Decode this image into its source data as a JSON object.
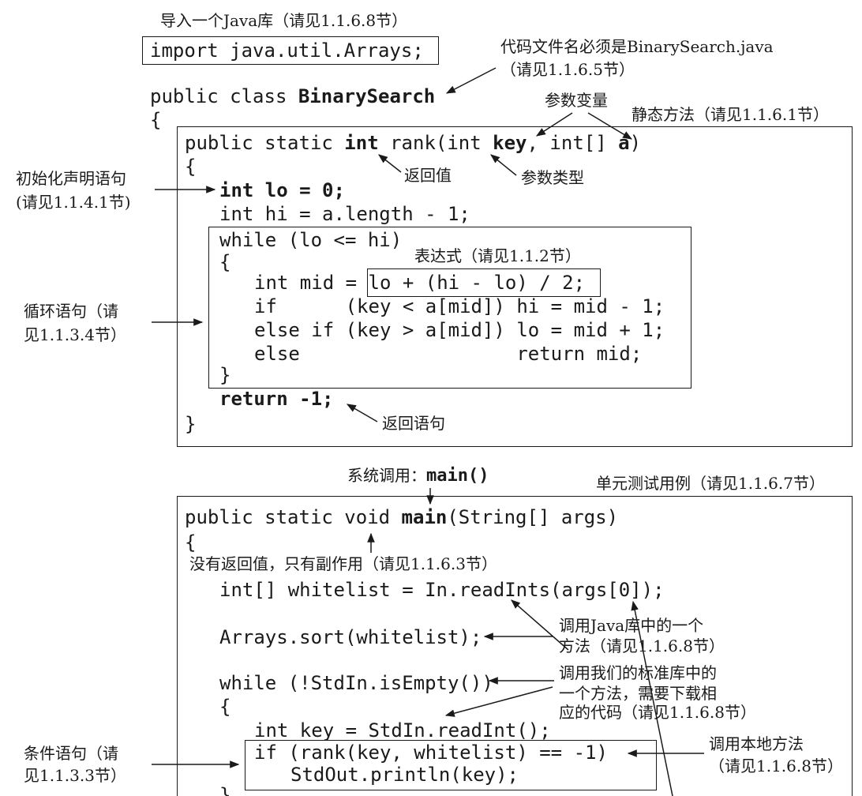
{
  "annotations": {
    "import_lib": "导入一个Java库（请见1.1.6.8节）",
    "filename_line1": "代码文件名必须是BinarySearch.java",
    "filename_line2": "（请见1.1.6.5节）",
    "param_vars": "参数变量",
    "static_method": "静态方法（请见1.1.6.1节）",
    "return_value": "返回值",
    "param_type": "参数类型",
    "init_decl_line1": "初始化声明语句",
    "init_decl_line2": "(请见1.1.4.1节)",
    "expression": "表达式（请见1.1.2节）",
    "loop_line1": "循环语句（请",
    "loop_line2": "见1.1.3.4节）",
    "return_stmt": "返回语句",
    "system_call": "系统调用：",
    "system_call_code": "main()",
    "unit_test": "单元测试用例（请见1.1.6.7节）",
    "no_return": "没有返回值，只有副作用（请见1.1.6.3节）",
    "call_java_line1": "调用Java库中的一个",
    "call_java_line2": "方法（请见1.1.6.8节）",
    "call_std_line1": "调用我们的标准库中的",
    "call_std_line2": "一个方法，需要下载相",
    "call_std_line3": "应的代码（请见1.1.6.8节）",
    "call_local_line1": "调用本地方法",
    "call_local_line2": "（请见1.1.6.8节）",
    "cond_line1": "条件语句（请",
    "cond_line2": "见1.1.3.3节）"
  },
  "code": {
    "import_stmt": "import java.util.Arrays;",
    "class_kw": "public class ",
    "class_name": "BinarySearch",
    "open_brace_class": "{",
    "rank_pre": "public static ",
    "rank_int": "int",
    "rank_mid": " rank(int ",
    "rank_key": "key",
    "rank_mid2": ", int[] ",
    "rank_a": "a",
    "rank_close": ")",
    "rank_open": "{",
    "lo_decl": "int lo = 0;",
    "hi_decl": "int hi = a.length - 1;",
    "while_line": "while (lo <= hi)",
    "while_open": "{",
    "mid_pre": "int mid = ",
    "mid_expr": "lo + (hi - lo) / 2;",
    "if_line": "if      (key < a[mid]) hi = mid - 1;",
    "elseif_line": "else if (key > a[mid]) lo = mid + 1;",
    "else_line": "else                   return mid;",
    "while_close": "}",
    "return_neg": "return -1;",
    "rank_end": "}",
    "main_pre": "public static void ",
    "main_name": "main",
    "main_args": "(String[] args)",
    "main_open": "{",
    "whitelist_line": "int[] whitelist = In.readInts(args[0]);",
    "sort_line": "Arrays.sort(whitelist);",
    "stdin_while": "while (!StdIn.isEmpty())",
    "stdin_open": "{",
    "key_line": "int key = StdIn.readInt();",
    "if_rank_line": "if (rank(key, whitelist) == -1)",
    "println_line": "StdOut.println(key);",
    "inner_close": "}"
  }
}
